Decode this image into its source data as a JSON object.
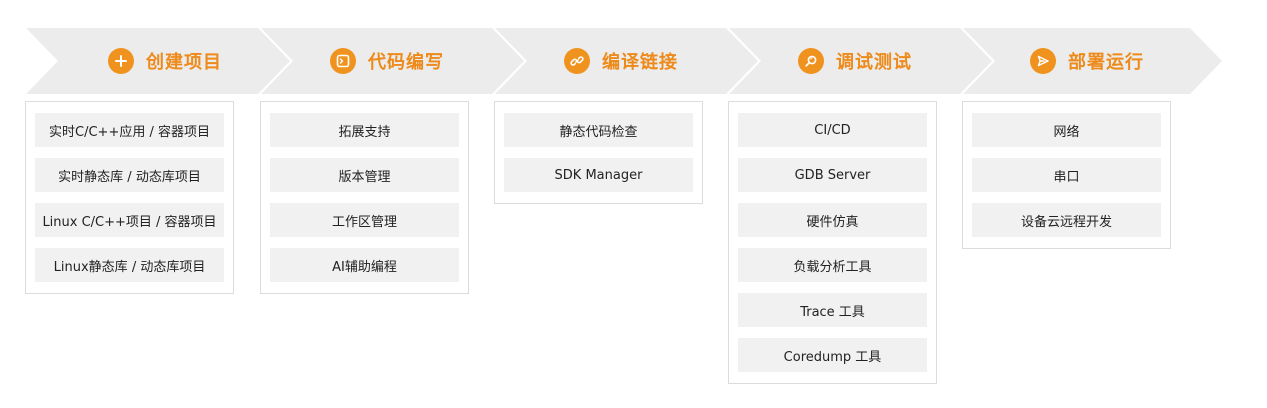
{
  "colors": {
    "arrow_fill": "#ececec",
    "accent": "#f0921e",
    "title_text": "#ee8a1a",
    "box_border": "#dcdcdc",
    "item_fill": "#f1f1f1"
  },
  "stages": [
    {
      "title": "创建项目",
      "icon": "plus-icon",
      "items": [
        "实时C/C++应用 / 容器项目",
        "实时静态库 / 动态库项目",
        "Linux C/C++项目 / 容器项目",
        "Linux静态库 / 动态库项目"
      ]
    },
    {
      "title": "代码编写",
      "icon": "terminal-icon",
      "items": [
        "拓展支持",
        "版本管理",
        "工作区管理",
        "AI辅助编程"
      ]
    },
    {
      "title": "编译链接",
      "icon": "link-icon",
      "items": [
        "静态代码检查",
        "SDK Manager"
      ]
    },
    {
      "title": "调试测试",
      "icon": "magnifier-icon",
      "items": [
        "CI/CD",
        "GDB Server",
        "硬件仿真",
        "负载分析工具",
        "Trace 工具",
        "Coredump 工具"
      ]
    },
    {
      "title": "部署运行",
      "icon": "send-icon",
      "items": [
        "网络",
        "串口",
        "设备云远程开发"
      ]
    }
  ]
}
